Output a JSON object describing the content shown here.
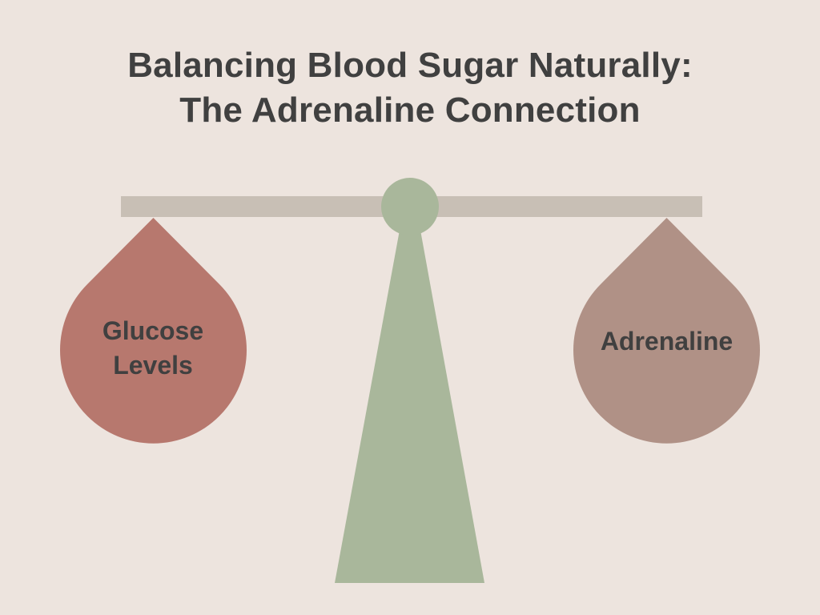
{
  "title": {
    "line1": "Balancing Blood Sugar Naturally:",
    "line2": "The Adrenaline Connection"
  },
  "scale": {
    "left_weight": {
      "label_line1": "Glucose",
      "label_line2": "Levels",
      "color": "#B7786E"
    },
    "right_weight": {
      "label": "Adrenaline",
      "color": "#B09186"
    },
    "beam_color": "#C8BFB5",
    "stand_color": "#A9B79B"
  },
  "colors": {
    "background": "#EDE4DE",
    "text": "#404040"
  }
}
